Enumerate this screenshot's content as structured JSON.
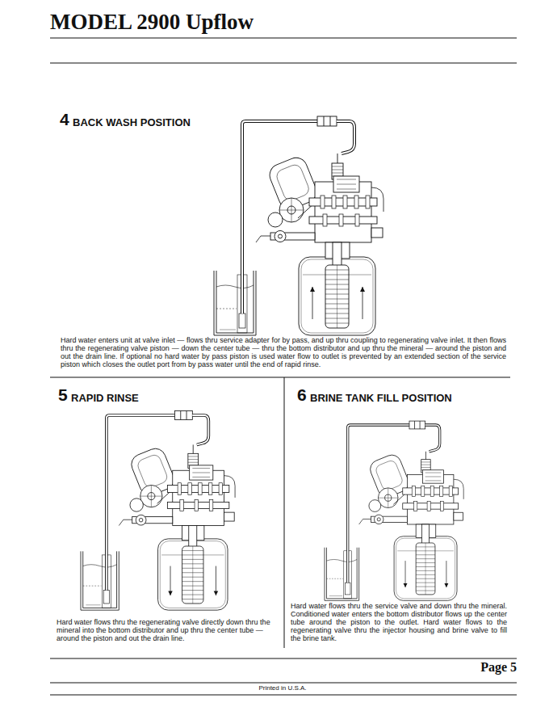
{
  "diagram": {
    "title": "MODEL 2900 Upflow",
    "labels": [
      "4",
      "BACK WASH POSITION",
      "Hard water enters unit at valve inlet — flows thru service adapter for by pass, and up thru coupling to regenerating valve inlet. It then flows thru the regenerating valve piston — down the center tube — thru the bottom distributor and up thru the mineral — around the piston and out the drain line. If optional no hard water by pass piston is used water flow to outlet is prevented by an extended section of the service piston which closes the outlet port from by pass water until the end of rapid rinse.",
      "5",
      "RAPID RINSE",
      "Hard water flows thru the regenerating valve directly down thru the mineral into the bottom distributor and up thru the center tube — around the piston and out the drain line.",
      "6",
      "BRINE TANK FILL POSITION",
      "Hard water flows thru the service valve and down thru the mineral. Conditioned water enters the bottom distributor flows up the center tube around the piston to the outlet. Hard water flows to the regenerating valve thru the injector housing and brine valve to fill the brine tank.",
      "Page 5",
      "Printed in U.S.A."
    ]
  }
}
